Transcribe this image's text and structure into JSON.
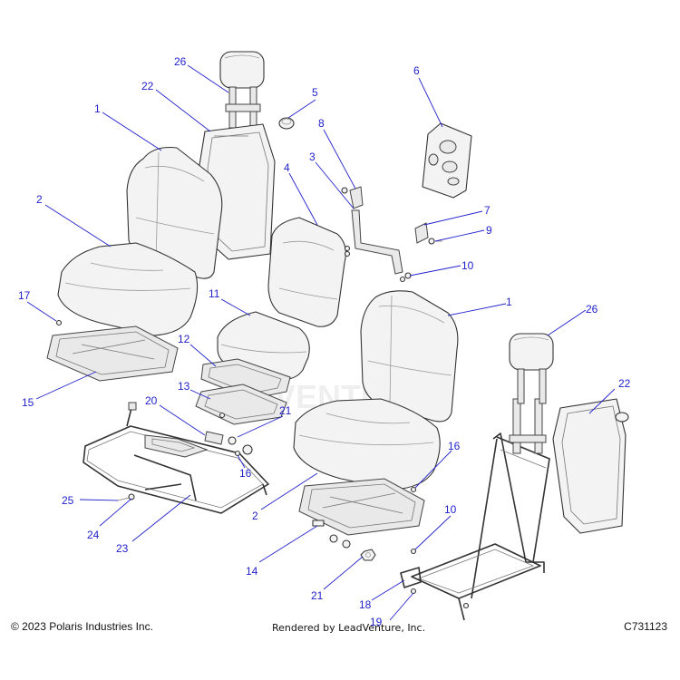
{
  "footer": {
    "copyright": "© 2023 Polaris Industries Inc.",
    "rendered_by": "Rendered by LeadVenture, Inc.",
    "diagram_code": "C731123"
  },
  "watermark": {
    "text": "ADVENTURE"
  },
  "callouts": [
    {
      "id": "c26a",
      "label": "26"
    },
    {
      "id": "c22a",
      "label": "22"
    },
    {
      "id": "c5",
      "label": "5"
    },
    {
      "id": "c6",
      "label": "6"
    },
    {
      "id": "c1a",
      "label": "1"
    },
    {
      "id": "c8",
      "label": "8"
    },
    {
      "id": "c3",
      "label": "3"
    },
    {
      "id": "c4",
      "label": "4"
    },
    {
      "id": "c2a",
      "label": "2"
    },
    {
      "id": "c7",
      "label": "7"
    },
    {
      "id": "c9",
      "label": "9"
    },
    {
      "id": "c10a",
      "label": "10"
    },
    {
      "id": "c17",
      "label": "17"
    },
    {
      "id": "c11",
      "label": "11"
    },
    {
      "id": "c1b",
      "label": "1"
    },
    {
      "id": "c26b",
      "label": "26"
    },
    {
      "id": "c12",
      "label": "12"
    },
    {
      "id": "c15",
      "label": "15"
    },
    {
      "id": "c13",
      "label": "13"
    },
    {
      "id": "c22b",
      "label": "22"
    },
    {
      "id": "c21a",
      "label": "21"
    },
    {
      "id": "c20",
      "label": "20"
    },
    {
      "id": "c16a",
      "label": "16"
    },
    {
      "id": "c16b",
      "label": "16"
    },
    {
      "id": "c25",
      "label": "25"
    },
    {
      "id": "c2b",
      "label": "2"
    },
    {
      "id": "c10b",
      "label": "10"
    },
    {
      "id": "c24",
      "label": "24"
    },
    {
      "id": "c23",
      "label": "23"
    },
    {
      "id": "c14",
      "label": "14"
    },
    {
      "id": "c21b",
      "label": "21"
    },
    {
      "id": "c18",
      "label": "18"
    },
    {
      "id": "c19",
      "label": "19"
    }
  ]
}
